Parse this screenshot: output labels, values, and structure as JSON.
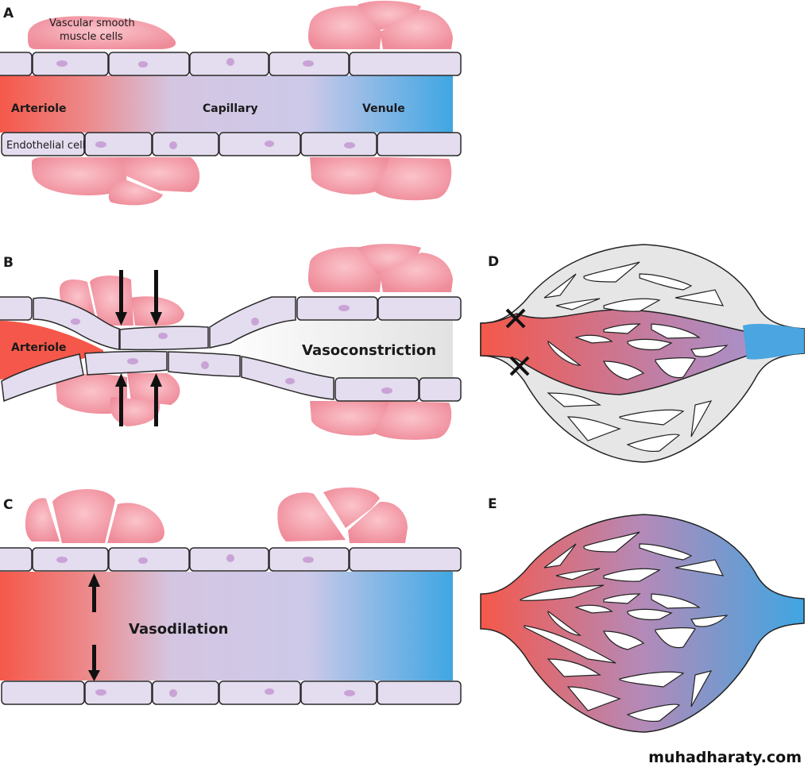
{
  "figure": {
    "panels": {
      "A": {
        "letter": "A",
        "labels": {
          "smooth_muscle": "Vascular smooth",
          "smooth_muscle_2": "muscle cells",
          "arteriole": "Arteriole",
          "capillary": "Capillary",
          "venule": "Venule",
          "endothelial": "Endothelial cell"
        }
      },
      "B": {
        "letter": "B",
        "labels": {
          "arteriole": "Arteriole",
          "state": "Vasoconstriction"
        }
      },
      "C": {
        "letter": "C",
        "labels": {
          "state": "Vasodilation"
        }
      },
      "D": {
        "letter": "D"
      },
      "E": {
        "letter": "E"
      }
    },
    "colors": {
      "arterial": "#f5584a",
      "capillary": "#cfc8e6",
      "venous": "#3fa6e2",
      "endothelium": "#e4dcef",
      "muscle": "#f3a0ab",
      "constricted_lumen": "#e8e8e8"
    }
  },
  "watermark": "muhadharaty.com"
}
